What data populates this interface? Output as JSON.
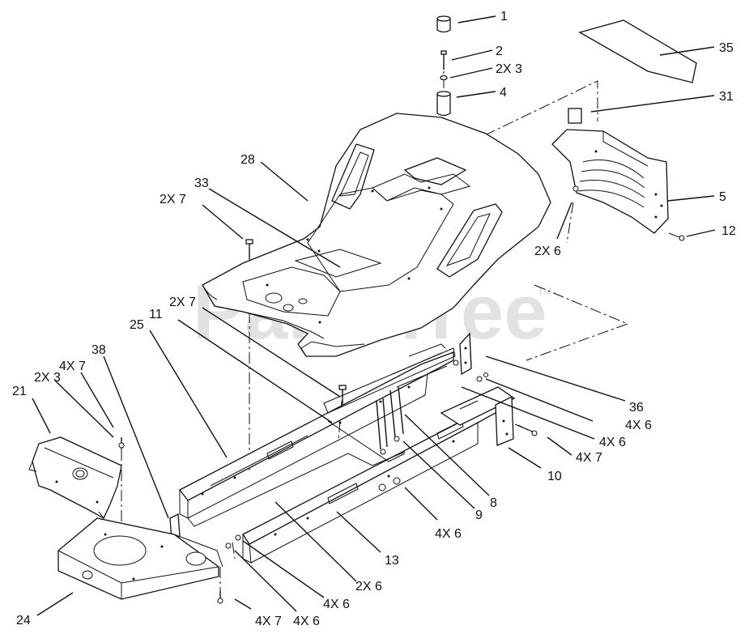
{
  "watermark": {
    "text": "PartsTree",
    "trademark": "TM"
  },
  "callouts": {
    "c1": "1",
    "c2": "2",
    "c2x3a": "2X 3",
    "c4": "4",
    "c35": "35",
    "c31": "31",
    "c28": "28",
    "c33": "33",
    "c2x7a": "2X 7",
    "c5": "5",
    "c12": "12",
    "c2x6a": "2X 6",
    "c2x7b": "2X 7",
    "c11": "11",
    "c25": "25",
    "c38": "38",
    "c4x7a": "4X 7",
    "c2x3b": "2X 3",
    "c21": "21",
    "c36": "36",
    "c4x6a": "4X 6",
    "c4x6b": "4X 6",
    "c4x7b": "4X 7",
    "c10": "10",
    "c8": "8",
    "c9": "9",
    "c4x6c": "4X 6",
    "c13": "13",
    "c2x6b": "2X 6",
    "c4x6d": "4X 6",
    "c24": "24",
    "c4x7c": "4X 7",
    "c4x6e": "4X 6"
  },
  "colors": {
    "line": "#111111",
    "background": "#ffffff"
  }
}
